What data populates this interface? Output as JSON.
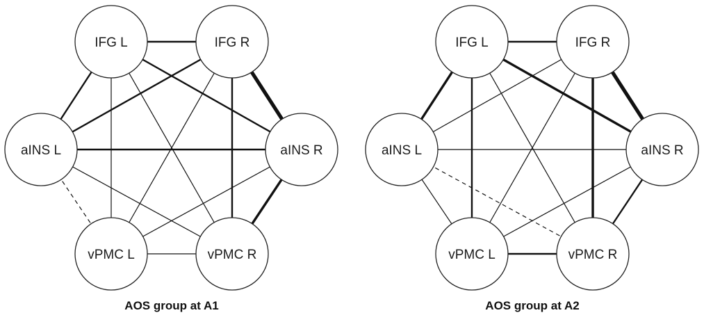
{
  "diagrams": [
    {
      "id": "A1",
      "caption": "AOS group at A1",
      "nodes": [
        {
          "id": "IFGL",
          "label": "IFG L"
        },
        {
          "id": "IFGR",
          "label": "IFG R"
        },
        {
          "id": "aINSL",
          "label": "aINS L"
        },
        {
          "id": "aINSR",
          "label": "aINS R"
        },
        {
          "id": "vPMCL",
          "label": "vPMC L"
        },
        {
          "id": "vPMCR",
          "label": "vPMC R"
        }
      ],
      "edges": [
        {
          "from": "IFGL",
          "to": "IFGR",
          "strength": "medium",
          "style": "solid"
        },
        {
          "from": "IFGL",
          "to": "aINSL",
          "strength": "medium",
          "style": "solid"
        },
        {
          "from": "IFGL",
          "to": "aINSR",
          "strength": "medium",
          "style": "solid"
        },
        {
          "from": "IFGL",
          "to": "vPMCL",
          "strength": "thin",
          "style": "solid"
        },
        {
          "from": "IFGL",
          "to": "vPMCR",
          "strength": "thin",
          "style": "solid"
        },
        {
          "from": "IFGR",
          "to": "aINSL",
          "strength": "medium",
          "style": "solid"
        },
        {
          "from": "IFGR",
          "to": "aINSR",
          "strength": "thick",
          "style": "solid"
        },
        {
          "from": "IFGR",
          "to": "vPMCL",
          "strength": "thin",
          "style": "solid"
        },
        {
          "from": "IFGR",
          "to": "vPMCR",
          "strength": "medium",
          "style": "solid"
        },
        {
          "from": "aINSL",
          "to": "aINSR",
          "strength": "medium",
          "style": "solid"
        },
        {
          "from": "aINSL",
          "to": "vPMCL",
          "strength": "thin",
          "style": "dashed"
        },
        {
          "from": "aINSL",
          "to": "vPMCR",
          "strength": "thin",
          "style": "solid"
        },
        {
          "from": "aINSR",
          "to": "vPMCL",
          "strength": "thin",
          "style": "solid"
        },
        {
          "from": "aINSR",
          "to": "vPMCR",
          "strength": "thickish",
          "style": "solid"
        },
        {
          "from": "vPMCL",
          "to": "vPMCR",
          "strength": "thin",
          "style": "solid"
        }
      ]
    },
    {
      "id": "A2",
      "caption": "AOS group at A2",
      "nodes": [
        {
          "id": "IFGL",
          "label": "IFG L"
        },
        {
          "id": "IFGR",
          "label": "IFG R"
        },
        {
          "id": "aINSL",
          "label": "aINS L"
        },
        {
          "id": "aINSR",
          "label": "aINS R"
        },
        {
          "id": "vPMCL",
          "label": "vPMC L"
        },
        {
          "id": "vPMCR",
          "label": "vPMC R"
        }
      ],
      "edges": [
        {
          "from": "IFGL",
          "to": "IFGR",
          "strength": "medium",
          "style": "solid"
        },
        {
          "from": "IFGL",
          "to": "aINSL",
          "strength": "thickish",
          "style": "solid"
        },
        {
          "from": "IFGL",
          "to": "aINSR",
          "strength": "thickish",
          "style": "solid"
        },
        {
          "from": "IFGL",
          "to": "vPMCL",
          "strength": "medium",
          "style": "solid"
        },
        {
          "from": "IFGL",
          "to": "vPMCR",
          "strength": "thin",
          "style": "solid"
        },
        {
          "from": "IFGR",
          "to": "aINSL",
          "strength": "thin",
          "style": "solid"
        },
        {
          "from": "IFGR",
          "to": "aINSR",
          "strength": "thick",
          "style": "solid"
        },
        {
          "from": "IFGR",
          "to": "vPMCL",
          "strength": "thin",
          "style": "solid"
        },
        {
          "from": "IFGR",
          "to": "vPMCR",
          "strength": "thickish",
          "style": "solid"
        },
        {
          "from": "aINSL",
          "to": "aINSR",
          "strength": "thin",
          "style": "solid"
        },
        {
          "from": "aINSL",
          "to": "vPMCL",
          "strength": "thin",
          "style": "solid"
        },
        {
          "from": "aINSL",
          "to": "vPMCR",
          "strength": "thin",
          "style": "dashed"
        },
        {
          "from": "aINSR",
          "to": "vPMCL",
          "strength": "thin",
          "style": "solid"
        },
        {
          "from": "aINSR",
          "to": "vPMCR",
          "strength": "medium",
          "style": "solid"
        },
        {
          "from": "vPMCL",
          "to": "vPMCR",
          "strength": "medium",
          "style": "solid"
        }
      ]
    }
  ]
}
